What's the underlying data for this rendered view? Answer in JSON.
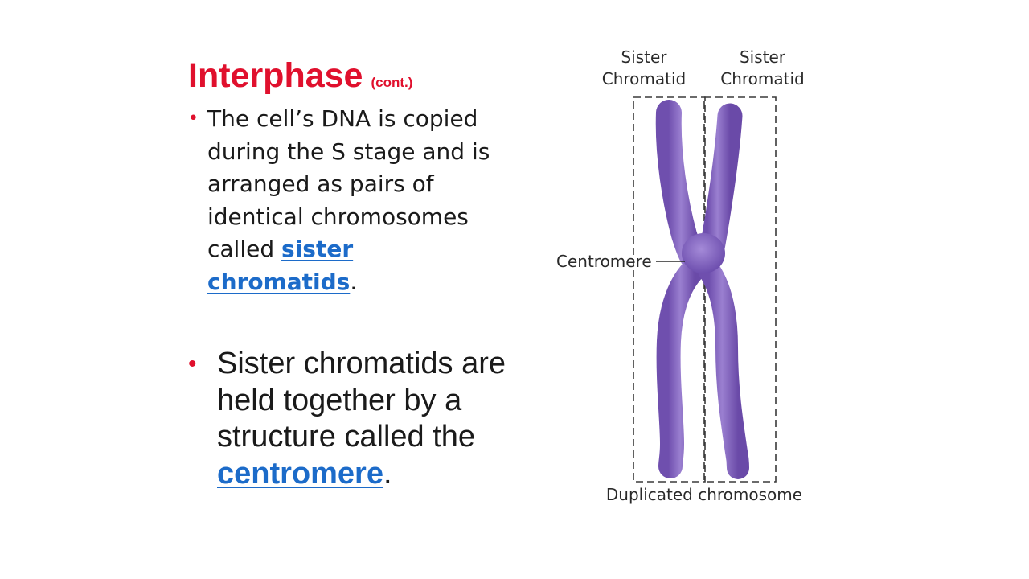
{
  "slide": {
    "title": "Interphase",
    "title_suffix": "(cont.)",
    "bullet_char": "•",
    "bullet1": {
      "text": "The cell’s DNA is copied during the S stage and is arranged as pairs of identical chromosomes called",
      "term": "sister chromatids",
      "end": "."
    },
    "bullet2": {
      "text": "Sister chromatids are held together by a structure called the",
      "term": "centromere",
      "end": "."
    }
  },
  "diagram": {
    "label_left_line1": "Sister",
    "label_left_line2": "Chromatid",
    "label_right_line1": "Sister",
    "label_right_line2": "Chromatid",
    "label_centromere": "Centromere",
    "label_bottom": "Duplicated chromosome"
  },
  "colors": {
    "title": "#e0102d",
    "term_link": "#1c6bc9",
    "chromosome": "#8566bd"
  }
}
